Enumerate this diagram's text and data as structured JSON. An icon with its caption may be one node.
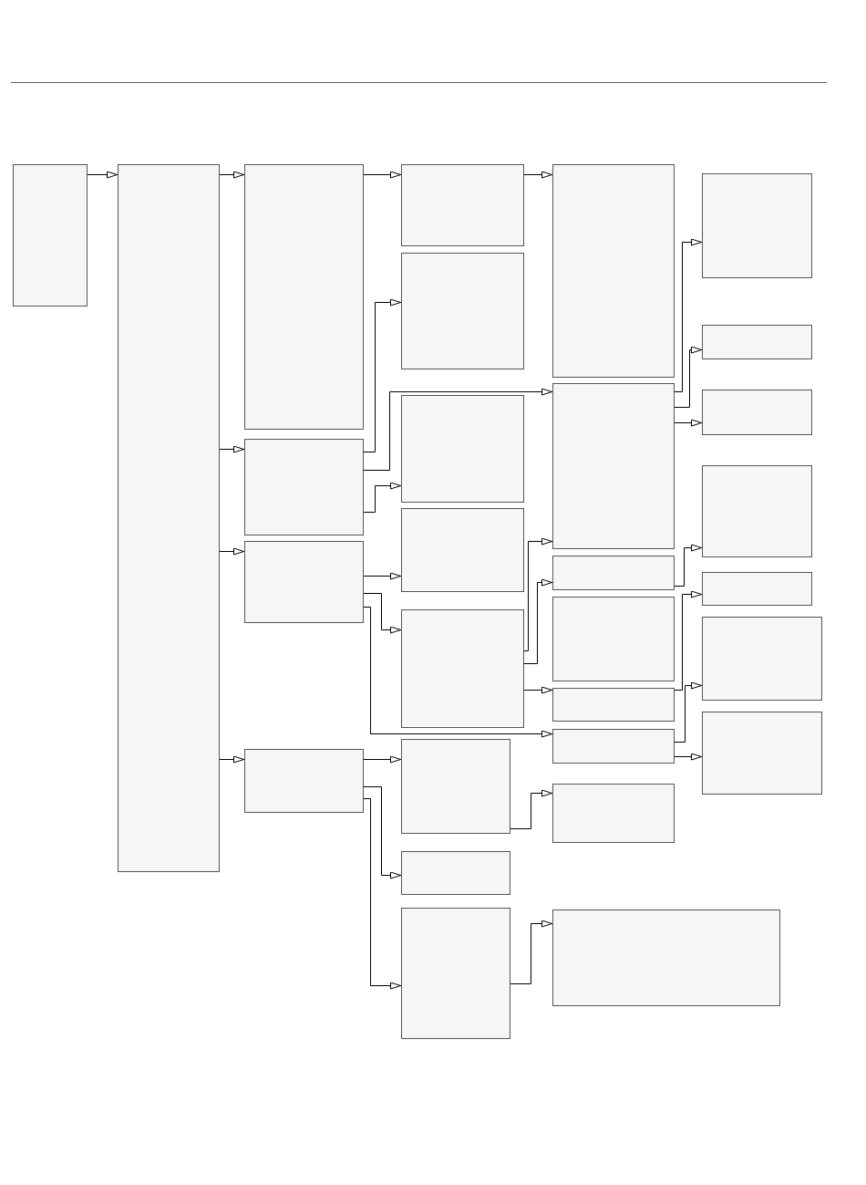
{
  "diagram": {
    "nodes": [
      {
        "text": [],
        "shape": "box"
      },
      {
        "text": [],
        "shape": "box"
      },
      {
        "text": [],
        "shape": "box"
      },
      {
        "text": [],
        "shape": "box"
      },
      {
        "text": [],
        "shape": "box"
      },
      {
        "text": [],
        "shape": "box"
      },
      {
        "text": [],
        "shape": "box"
      },
      {
        "text": [],
        "shape": "box"
      },
      {
        "text": [],
        "shape": "box"
      },
      {
        "text": [],
        "shape": "box"
      },
      {
        "text": [],
        "shape": "box"
      },
      {
        "text": [],
        "shape": "box"
      },
      {
        "text": [],
        "shape": "box"
      },
      {
        "text": [],
        "shape": "box"
      },
      {
        "text": [],
        "shape": "box"
      },
      {
        "text": [],
        "shape": "box"
      },
      {
        "text": [],
        "shape": "box"
      },
      {
        "text": [],
        "shape": "box"
      },
      {
        "text": [],
        "shape": "box"
      },
      {
        "text": [],
        "shape": "box"
      },
      {
        "text": [],
        "shape": "box"
      },
      {
        "text": [],
        "shape": "box"
      },
      {
        "text": [],
        "shape": "box"
      },
      {
        "text": [],
        "shape": "box"
      },
      {
        "text": [],
        "shape": "box"
      },
      {
        "text": [],
        "shape": "box"
      },
      {
        "text": [],
        "shape": "box"
      },
      {
        "text": [],
        "shape": "box"
      },
      {
        "text": [],
        "shape": "box"
      }
    ],
    "edges": [
      {
        "from": 0,
        "to": 1,
        "arrow": "to"
      },
      {
        "from": 1,
        "to": 2,
        "arrow": "to"
      },
      {
        "from": 1,
        "to": 3,
        "arrow": "to"
      },
      {
        "from": 1,
        "to": 4,
        "arrow": "to"
      },
      {
        "from": 1,
        "to": 5,
        "arrow": "to"
      },
      {
        "from": 2,
        "to": 6,
        "arrow": "to"
      },
      {
        "from": 6,
        "to": 14,
        "arrow": "to"
      },
      {
        "from": 3,
        "to": 7,
        "arrow": "to"
      },
      {
        "from": 3,
        "to": 15,
        "arrow": "to"
      },
      {
        "from": 3,
        "to": 8,
        "arrow": "to"
      },
      {
        "from": 4,
        "to": 9,
        "arrow": "to"
      },
      {
        "from": 4,
        "to": 10,
        "arrow": "to"
      },
      {
        "from": 4,
        "to": 19,
        "arrow": "to"
      },
      {
        "from": 10,
        "to": 15,
        "arrow": "to"
      },
      {
        "from": 10,
        "to": 16,
        "arrow": "to"
      },
      {
        "from": 10,
        "to": 18,
        "arrow": "to"
      },
      {
        "from": 15,
        "to": 22,
        "arrow": "to"
      },
      {
        "from": 15,
        "to": 23,
        "arrow": "to"
      },
      {
        "from": 15,
        "to": 24,
        "arrow": "to"
      },
      {
        "from": 16,
        "to": 25,
        "arrow": "to"
      },
      {
        "from": 18,
        "to": 26,
        "arrow": "to"
      },
      {
        "from": 19,
        "to": 27,
        "arrow": "to"
      },
      {
        "from": 19,
        "to": 28,
        "arrow": "to"
      },
      {
        "from": 5,
        "to": 11,
        "arrow": "to"
      },
      {
        "from": 5,
        "to": 12,
        "arrow": "to"
      },
      {
        "from": 5,
        "to": 13,
        "arrow": "to"
      },
      {
        "from": 11,
        "to": 20,
        "arrow": "to"
      },
      {
        "from": 13,
        "to": 21,
        "arrow": "to"
      }
    ]
  }
}
